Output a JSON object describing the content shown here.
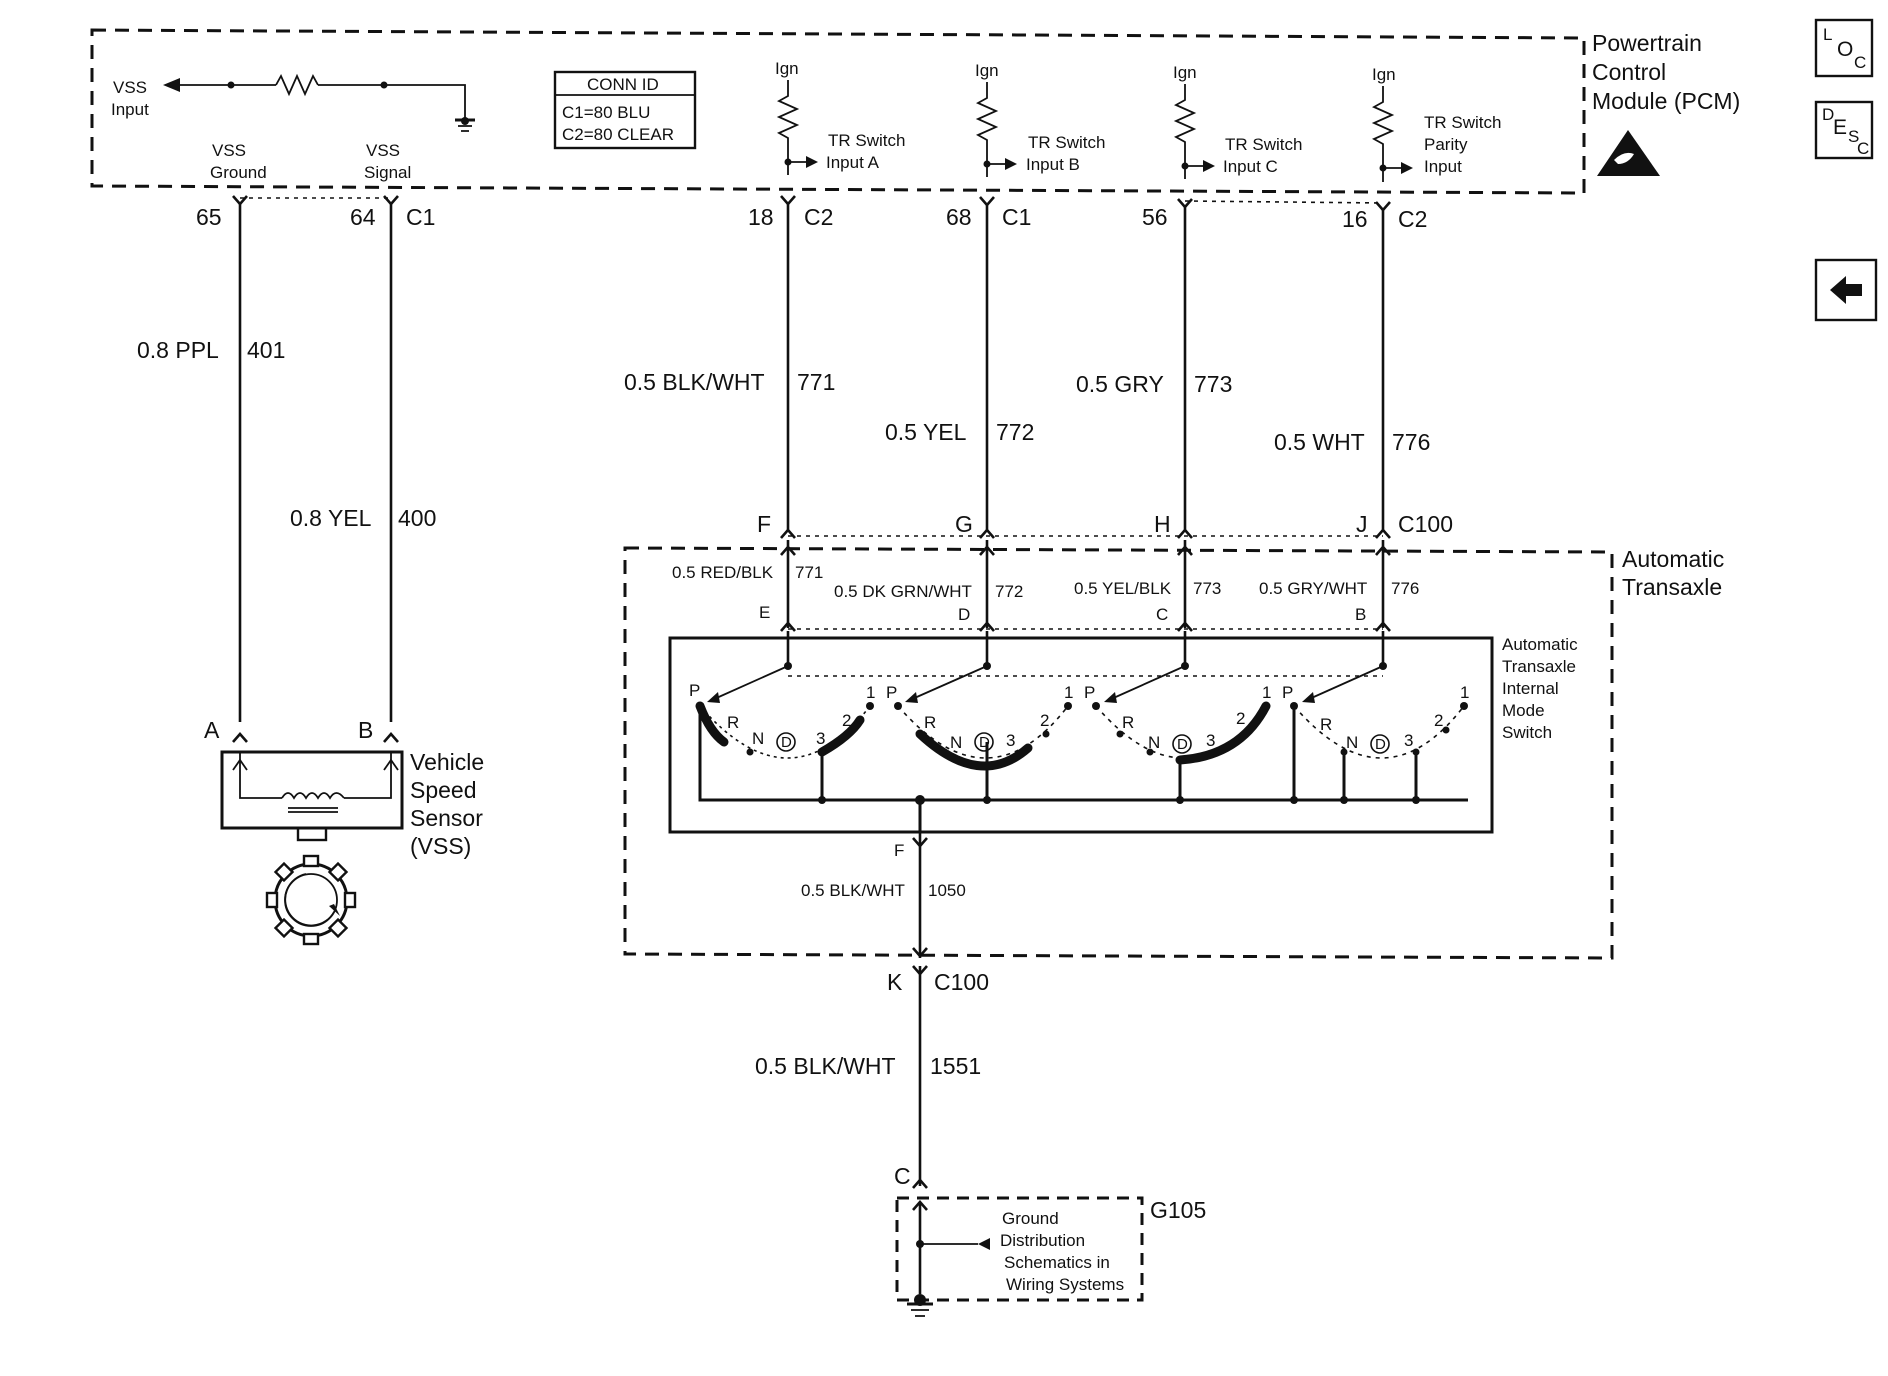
{
  "pcm": {
    "title_lines": [
      "Powertrain",
      "Control",
      "Module (PCM)"
    ],
    "vss_input": [
      "VSS",
      "Input"
    ],
    "vss_ground": [
      "VSS",
      "Ground"
    ],
    "vss_signal": [
      "VSS",
      "Signal"
    ],
    "conn_id_title": "CONN ID",
    "conn_id_lines": [
      "C1=80 BLU",
      "C2=80 CLEAR"
    ],
    "ign_label": "Ign",
    "tr_inputs": [
      {
        "lines": [
          "TR Switch",
          "Input A"
        ]
      },
      {
        "lines": [
          "TR Switch",
          "Input B"
        ]
      },
      {
        "lines": [
          "TR Switch",
          "Input C"
        ]
      },
      {
        "lines": [
          "TR Switch",
          "Parity",
          "Input"
        ]
      }
    ]
  },
  "pcm_pins": [
    {
      "pin": "65",
      "conn": ""
    },
    {
      "pin": "64",
      "conn": "C1"
    },
    {
      "pin": "18",
      "conn": "C2"
    },
    {
      "pin": "68",
      "conn": "C1"
    },
    {
      "pin": "56",
      "conn": ""
    },
    {
      "pin": "16",
      "conn": "C2"
    }
  ],
  "wires_upper": [
    {
      "gauge_color": "0.8 PPL",
      "circuit": "401"
    },
    {
      "gauge_color": "0.8 YEL",
      "circuit": "400"
    },
    {
      "gauge_color": "0.5 BLK/WHT",
      "circuit": "771"
    },
    {
      "gauge_color": "0.5 YEL",
      "circuit": "772"
    },
    {
      "gauge_color": "0.5 GRY",
      "circuit": "773"
    },
    {
      "gauge_color": "0.5 WHT",
      "circuit": "776"
    }
  ],
  "c100_top": {
    "pins": [
      "F",
      "G",
      "H",
      "J"
    ],
    "connector": "C100"
  },
  "transaxle": {
    "title_lines": [
      "Automatic",
      "Transaxle"
    ],
    "inner_wires": [
      {
        "gauge_color": "0.5 RED/BLK",
        "circuit": "771"
      },
      {
        "gauge_color": "0.5 DK GRN/WHT",
        "circuit": "772"
      },
      {
        "gauge_color": "0.5 YEL/BLK",
        "circuit": "773"
      },
      {
        "gauge_color": "0.5 GRY/WHT",
        "circuit": "776"
      }
    ],
    "inner_pins": [
      "E",
      "D",
      "C",
      "B"
    ],
    "switch_label_lines": [
      "Automatic",
      "Transaxle",
      "Internal",
      "Mode",
      "Switch"
    ],
    "positions": [
      "P",
      "R",
      "N",
      "D",
      "3",
      "2",
      "1"
    ],
    "output_pin": "F",
    "output_wire": {
      "gauge_color": "0.5 BLK/WHT",
      "circuit": "1050"
    }
  },
  "vss": {
    "pins": [
      "A",
      "B"
    ],
    "label_lines": [
      "Vehicle",
      "Speed",
      "Sensor",
      "(VSS)"
    ]
  },
  "c100_bottom": {
    "pin": "K",
    "connector": "C100"
  },
  "ground_wire": {
    "gauge_color": "0.5 BLK/WHT",
    "circuit": "1551"
  },
  "ground": {
    "pin": "C",
    "name": "G105",
    "note_lines": [
      "Ground",
      "Distribution",
      "Schematics in",
      "Wiring Systems"
    ]
  },
  "nav": {
    "loc": {
      "top": "L",
      "mid": "O",
      "bot": "C"
    },
    "desc": {
      "top": "D",
      "mid": "E",
      "s": "S",
      "bot": "C"
    },
    "back_icon": "left-arrow-icon"
  }
}
